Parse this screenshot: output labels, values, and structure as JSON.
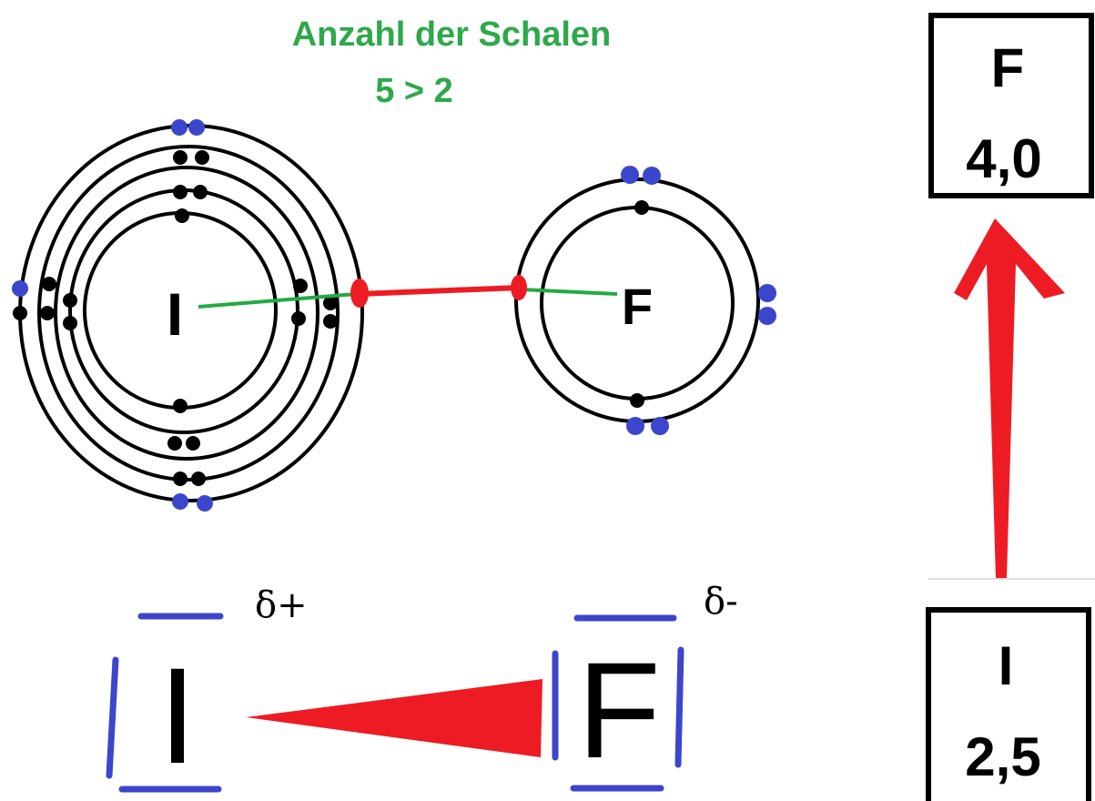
{
  "title": {
    "line1": "Anzahl der Schalen",
    "line2": "5 > 2"
  },
  "atoms": {
    "iodine_symbol": "I",
    "fluorine_symbol": "F"
  },
  "lewis": {
    "iodine": "I",
    "fluorine": "F",
    "iodine_partial_charge": "δ+",
    "fluorine_partial_charge": "δ-"
  },
  "electronegativity": {
    "top": {
      "symbol": "F",
      "value": "4,0"
    },
    "bottom": {
      "symbol": "I",
      "value": "2,5"
    }
  },
  "colors": {
    "title_green": "#2ea84a",
    "bond_red": "#ed1c24",
    "lone_pair_blue": "#3c46cc",
    "distance_green": "#22aa44",
    "shell_black": "#000000"
  }
}
